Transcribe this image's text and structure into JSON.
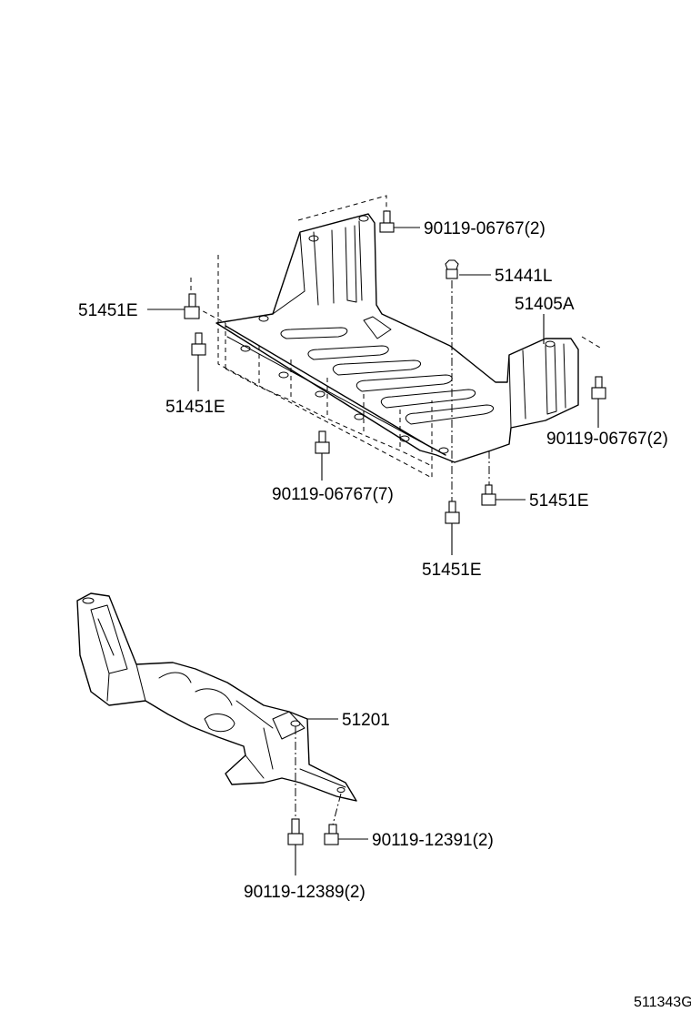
{
  "labels": {
    "bolt_top_right": "90119-06767(2)",
    "clip_51441l": "51441L",
    "cover_51405a": "51405A",
    "bolt_left_upper": "51451E",
    "bolt_left_lower": "51451E",
    "bolt_right_side": "90119-06767(2)",
    "bolt_bottom_row": "90119-06767(7)",
    "bolt_right_lower": "51451E",
    "bolt_bottom_center": "51451E",
    "crossmember_51201": "51201",
    "bolt_crossmember_right": "90119-12391(2)",
    "bolt_crossmember_left": "90119-12389(2)"
  },
  "diagram_code": "511343G"
}
